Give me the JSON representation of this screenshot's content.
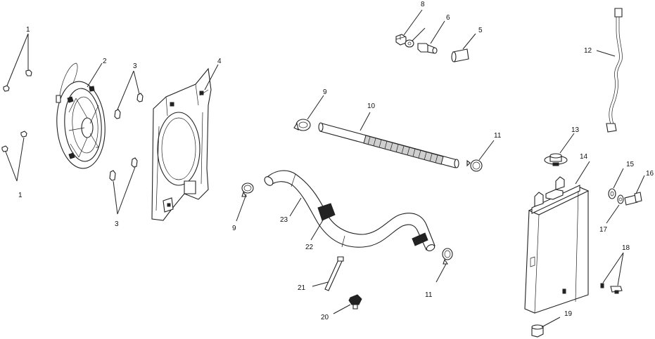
{
  "callouts": {
    "c1a": "1",
    "c1b": "1",
    "c2": "2",
    "c3a": "3",
    "c3b": "3",
    "c4": "4",
    "c5": "5",
    "c6": "6",
    "c8": "8",
    "c9a": "9",
    "c9b": "9",
    "c10": "10",
    "c11a": "11",
    "c11b": "11",
    "c12": "12",
    "c13": "13",
    "c14": "14",
    "c15": "15",
    "c16": "16",
    "c17": "17",
    "c18": "18",
    "c19": "19",
    "c20": "20",
    "c21": "21",
    "c22": "22",
    "c23": "23"
  },
  "colors": {
    "line": "#222222",
    "background": "#ffffff"
  }
}
